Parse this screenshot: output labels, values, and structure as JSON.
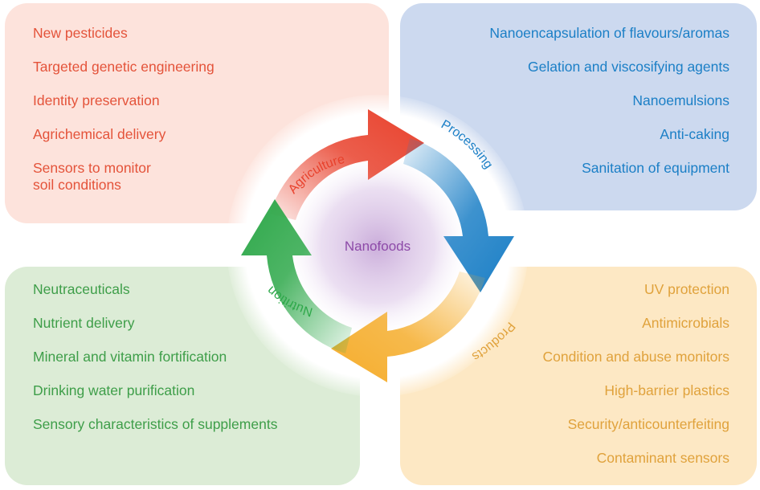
{
  "center": {
    "label": "Nanofoods"
  },
  "sections": {
    "agriculture": {
      "label": "Agriculture",
      "color": "#e8412c",
      "items": [
        "New pesticides",
        "Targeted genetic engineering",
        "Identity preservation",
        "Agrichemical delivery",
        "Sensors to monitor soil conditions"
      ]
    },
    "processing": {
      "label": "Processing",
      "color": "#1b7fc6",
      "items": [
        "Nanoencapsulation of flavours/aromas",
        "Gelation and viscosifying agents",
        "Nanoemulsions",
        "Anti-caking",
        "Sanitation of equipment"
      ]
    },
    "products": {
      "label": "Products",
      "color": "#f5ad2c",
      "items": [
        "UV protection",
        "Antimicrobials",
        "Condition and abuse monitors",
        "High-barrier plastics",
        "Security/anticounterfeiting",
        "Contaminant sensors"
      ]
    },
    "nutrition": {
      "label": "Nutrition",
      "color": "#2ea84a",
      "items": [
        "Neutraceuticals",
        "Nutrient delivery",
        "Mineral and vitamin fortification",
        "Drinking water purification",
        "Sensory characteristics of supplements"
      ]
    }
  },
  "colors": {
    "agriculture_panel": "#fde3dc",
    "processing_panel": "#ccd9ef",
    "products_panel": "#fde8c4",
    "nutrition_panel": "#dcecd6",
    "center_glow": "#a06bbd"
  }
}
